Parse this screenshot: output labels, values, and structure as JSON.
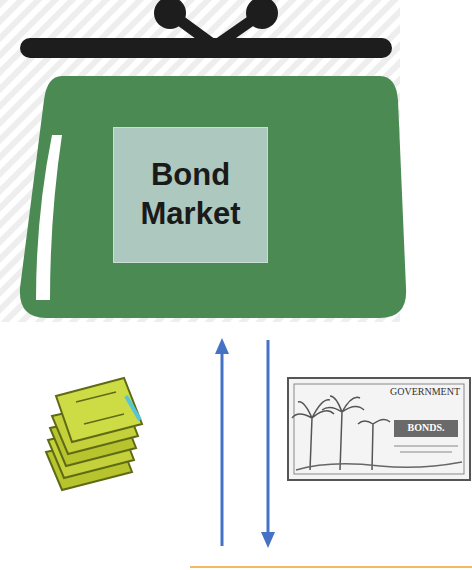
{
  "diagram": {
    "nodes": [
      {
        "text": [
          "Bond Market"
        ]
      }
    ],
    "labels": [
      "GOVERNMENT",
      "BONDS."
    ]
  }
}
